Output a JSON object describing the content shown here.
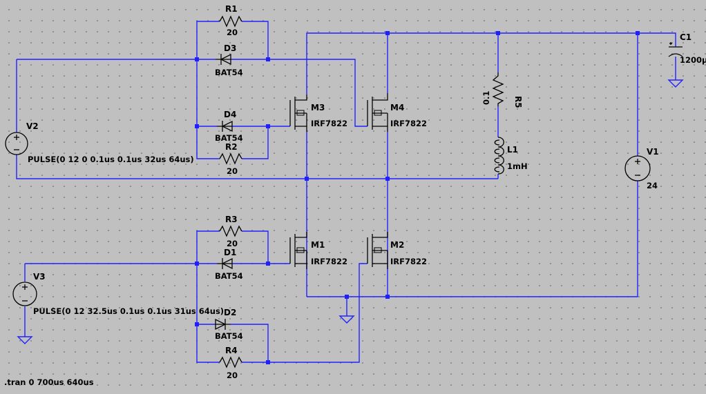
{
  "components": {
    "r1": {
      "ref": "R1",
      "value": "20"
    },
    "r2": {
      "ref": "R2",
      "value": "20"
    },
    "r3": {
      "ref": "R3",
      "value": "20"
    },
    "r4": {
      "ref": "R4",
      "value": "20"
    },
    "r5": {
      "ref": "R5",
      "value": "0.1"
    },
    "d1": {
      "ref": "D1",
      "value": "BAT54"
    },
    "d2": {
      "ref": "D2",
      "value": "BAT54"
    },
    "d3": {
      "ref": "D3",
      "value": "BAT54"
    },
    "d4": {
      "ref": "D4",
      "value": "BAT54"
    },
    "m1": {
      "ref": "M1",
      "value": "IRF7822"
    },
    "m2": {
      "ref": "M2",
      "value": "IRF7822"
    },
    "m3": {
      "ref": "M3",
      "value": "IRF7822"
    },
    "m4": {
      "ref": "M4",
      "value": "IRF7822"
    },
    "l1": {
      "ref": "L1",
      "value": "1mH"
    },
    "c1": {
      "ref": "C1",
      "value": "1200µ"
    },
    "v1": {
      "ref": "V1",
      "value": "24"
    },
    "v2": {
      "ref": "V2",
      "value": "PULSE(0 12 0 0.1us 0.1us 32us 64us)"
    },
    "v3": {
      "ref": "V3",
      "value": "PULSE(0 12 32.5us 0.1us 0.1us 31us 64us)"
    }
  },
  "directive": ".tran 0 700us 640us",
  "colors": {
    "wire": "#2020ff",
    "component": "#000000",
    "background": "#c0c0c0",
    "grid": "#7f7f7f"
  }
}
